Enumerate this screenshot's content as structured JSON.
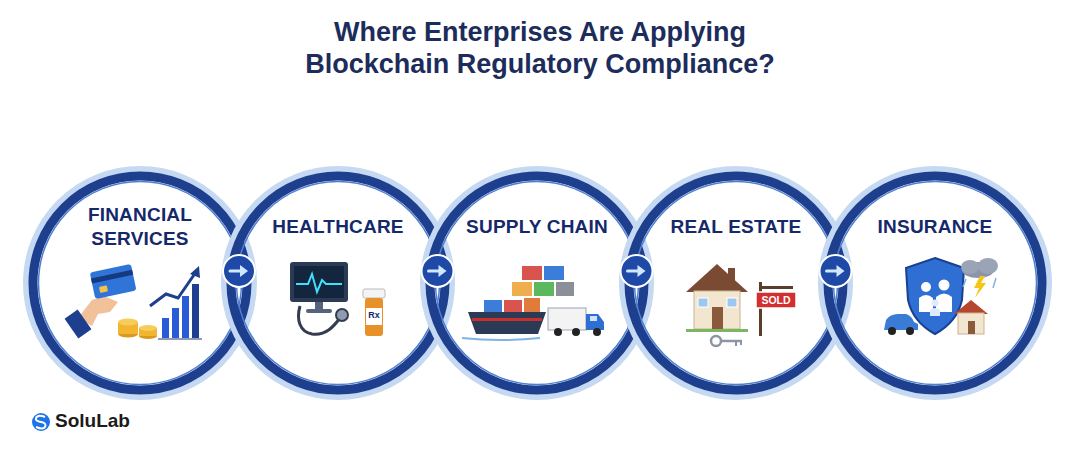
{
  "diagram": {
    "title": "Where Enterprises Are Applying Blockchain Regulatory Compliance?",
    "nodes": [
      {
        "text": [
          "FINANCIAL SERVICES"
        ]
      },
      {
        "text": [
          "HEALTHCARE"
        ]
      },
      {
        "text": [
          "SUPPLY CHAIN"
        ]
      },
      {
        "text": [
          "REAL ESTATE"
        ]
      },
      {
        "text": [
          "INSURANCE"
        ]
      }
    ],
    "edges": [
      {
        "from": 0,
        "to": 1,
        "arrow": "to"
      },
      {
        "from": 1,
        "to": 2,
        "arrow": "to"
      },
      {
        "from": 2,
        "to": 3,
        "arrow": "to"
      },
      {
        "from": 3,
        "to": 4,
        "arrow": "to"
      }
    ],
    "labels": [
      "Rx",
      "SOLD",
      "SoluLab"
    ]
  }
}
